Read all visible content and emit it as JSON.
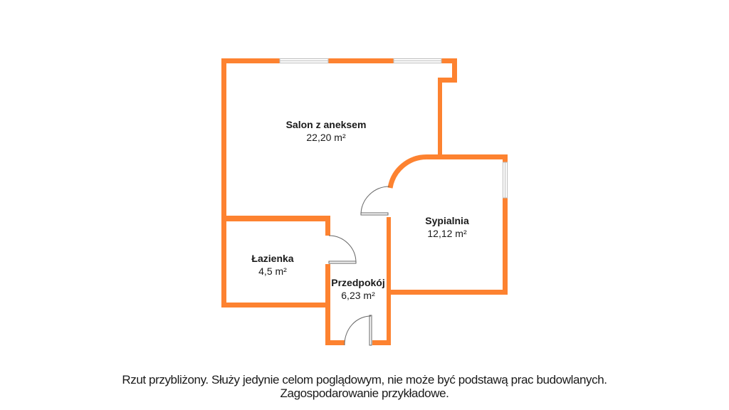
{
  "colors": {
    "wall": "#FD8230",
    "window": "#c8c8c8",
    "door": "#555555"
  },
  "rooms": [
    {
      "name": "Salon z aneksem",
      "area": "22,20 m²"
    },
    {
      "name": "Sypialnia",
      "area": "12,12 m²"
    },
    {
      "name": "Łazienka",
      "area": "4,5 m²"
    },
    {
      "name": "Przedpokój",
      "area": "6,23 m²"
    }
  ],
  "footer": {
    "line1": "Rzut przybliżony. Służy jedynie celom poglądowym, nie może być podstawą prac budowlanych.",
    "line2": "Zagospodarowanie przykładowe."
  }
}
